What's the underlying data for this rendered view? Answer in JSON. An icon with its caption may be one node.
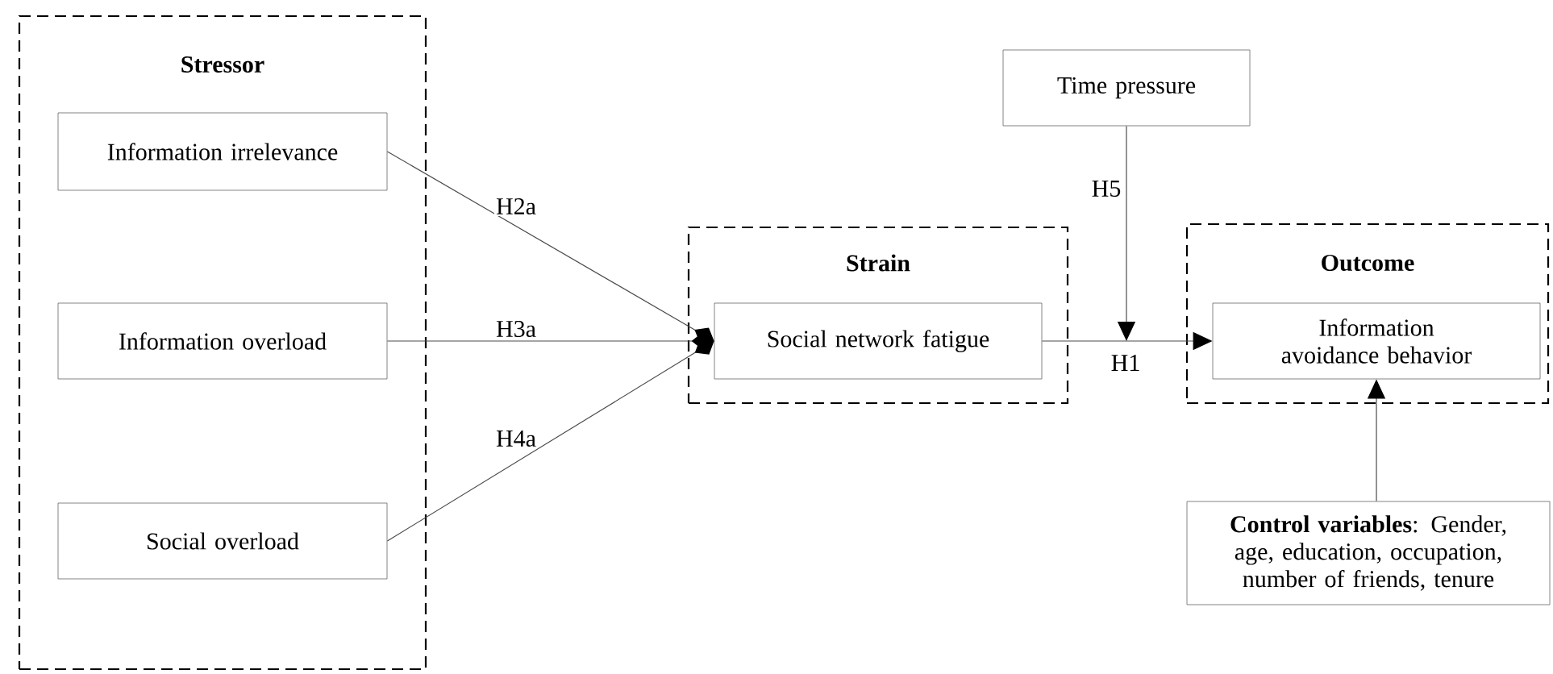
{
  "diagram": {
    "nodes": [
      {
        "text": [
          "Stressor"
        ]
      },
      {
        "text": [
          "Information irrelevance"
        ],
        "in": 0
      },
      {
        "text": [
          "Information overload"
        ],
        "in": 0
      },
      {
        "text": [
          "Social overload"
        ],
        "in": 0
      },
      {
        "text": [
          "Strain"
        ]
      },
      {
        "text": [
          "Social network fatigue"
        ],
        "in": 4
      },
      {
        "text": [
          "Time pressure"
        ]
      },
      {
        "text": [
          "Outcome"
        ]
      },
      {
        "text": [
          "Information avoidance behavior"
        ],
        "in": 7
      },
      {
        "text": [
          "**Control variables**: Gender, age, education, occupation, number of friends, tenure"
        ]
      }
    ],
    "edges": [
      {
        "from": 1,
        "to": 5,
        "arrow": "other",
        "label": "H2a"
      },
      {
        "from": 2,
        "to": 5,
        "arrow": "other",
        "label": "H3a"
      },
      {
        "from": 3,
        "to": 5,
        "arrow": "other",
        "label": "H4a"
      },
      {
        "from": 5,
        "to": 8,
        "arrow": "to",
        "label": "H1"
      },
      {
        "from": 6,
        "to": null,
        "arrow": "to",
        "label": "H5"
      },
      {
        "from": 9,
        "to": 8,
        "arrow": "to"
      }
    ]
  }
}
